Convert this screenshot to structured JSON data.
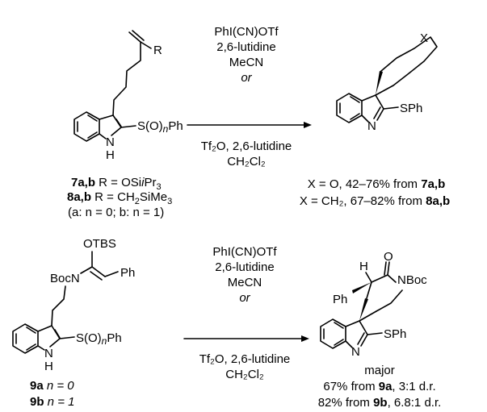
{
  "scheme1": {
    "sm_sub_label": "S(O)",
    "sm_sub_n": "n",
    "sm_sub_ph": "Ph",
    "sm_nh": "N",
    "sm_h": "H",
    "sm_r": "R",
    "cond_1": "PhI(CN)OTf",
    "cond_2": "2,6-lutidine",
    "cond_3": "MeCN",
    "cond_4": "or",
    "cond_5": "Tf₂O, 2,6-lutidine",
    "cond_6": "CH₂Cl₂",
    "prod_x": "X",
    "prod_sph": "SPh",
    "prod_n": "N",
    "label_7": "7a,b",
    "label_7_r": " R = OSi",
    "label_7_ipr": "i",
    "label_7_pr": "Pr",
    "label_7_3": "3",
    "label_8": "8a,b",
    "label_8_r": " R = CH",
    "label_8_2": "2",
    "label_8_si": "SiMe",
    "label_8_3": "3",
    "label_note": "(a: n = 0; b: n = 1)",
    "result_1_text": "X = O, 42–76% from ",
    "result_1_bold": "7a,b",
    "result_2_text": "X = CH₂, 67–82% from ",
    "result_2_bold": "8a,b"
  },
  "scheme2": {
    "sm_otbs": "OTBS",
    "sm_bocn": "BocN",
    "sm_ph": "Ph",
    "sm_sub_label": "S(O)",
    "sm_sub_n": "n",
    "sm_sub_ph": "Ph",
    "sm_nh": "N",
    "sm_h": "H",
    "cond_1": "PhI(CN)OTf",
    "cond_2": "2,6-lutidine",
    "cond_3": "MeCN",
    "cond_4": "or",
    "cond_5": "Tf₂O, 2,6-lutidine",
    "cond_6": "CH₂Cl₂",
    "prod_h": "H",
    "prod_o": "O",
    "prod_nboc": "NBoc",
    "prod_ph": "Ph",
    "prod_sph": "SPh",
    "prod_n": "N",
    "label_9a": "9a",
    "label_9a_n": " n = 0",
    "label_9b": "9b",
    "label_9b_n": " n = 1",
    "major": "major",
    "result_1_text": "67% from ",
    "result_1_bold": "9a",
    "result_1_tail": ", 3:1 d.r.",
    "result_2_text": "82% from ",
    "result_2_bold": "9b",
    "result_2_tail": ", 6.8:1 d.r."
  }
}
